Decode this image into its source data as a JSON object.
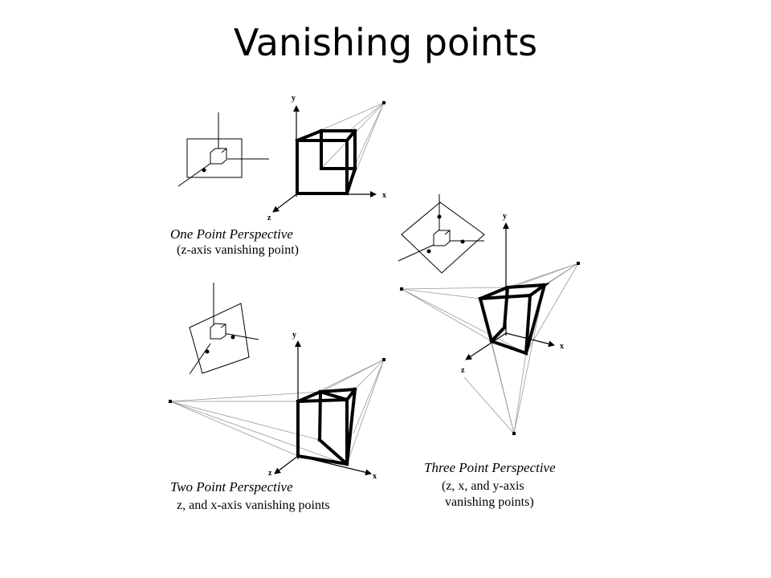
{
  "slide": {
    "title": "Vanishing points"
  },
  "panels": {
    "one_point": {
      "title": "One Point Perspective",
      "subtitle": "(z-axis vanishing point)",
      "axis_y": "y",
      "axis_x": "x",
      "axis_z": "z"
    },
    "two_point": {
      "title": "Two Point Perspective",
      "subtitle": "z, and x-axis vanishing points",
      "axis_y": "y",
      "axis_x": "x",
      "axis_z": "z"
    },
    "three_point": {
      "title": "Three Point Perspective",
      "subtitle_line1": "(z, x, and y-axis",
      "subtitle_line2": "vanishing points)",
      "axis_y": "y",
      "axis_x": "x",
      "axis_z": "z"
    }
  }
}
